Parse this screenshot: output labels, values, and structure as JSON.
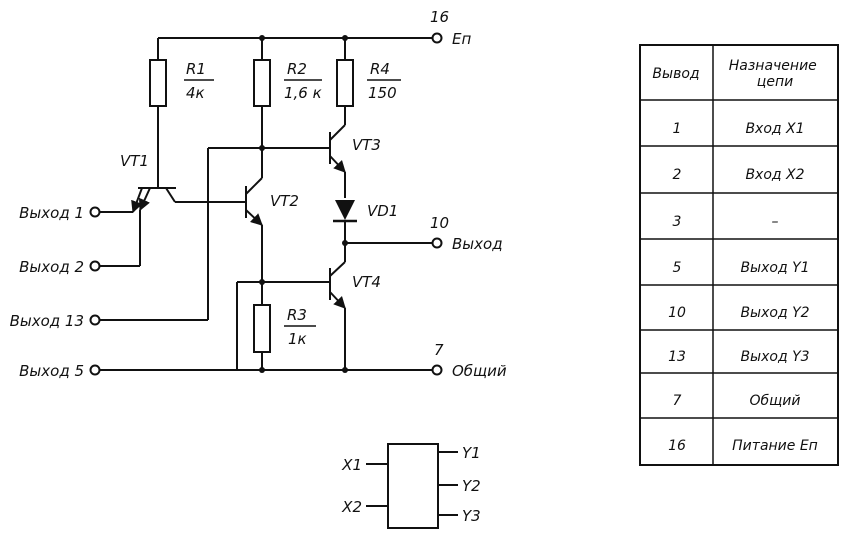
{
  "schematic": {
    "components": {
      "r1": {
        "name": "R1",
        "value": "4к"
      },
      "r2": {
        "name": "R2",
        "value": "1,6 к"
      },
      "r3": {
        "name": "R3",
        "value": "1к"
      },
      "r4": {
        "name": "R4",
        "value": "150"
      },
      "vt1": "VT1",
      "vt2": "VT2",
      "vt3": "VT3",
      "vt4": "VT4",
      "vd1": "VD1"
    },
    "pins": {
      "p16": {
        "number": "16",
        "label": "Eп"
      },
      "p10": {
        "number": "10",
        "label": "Выход"
      },
      "p7": {
        "number": "7",
        "label": "Общий"
      },
      "in1": "Выход 1",
      "in2": "Выход 2",
      "in13": "Выход 13",
      "in5": "Выход 5"
    }
  },
  "block_symbol": {
    "inputs": [
      "X1",
      "X2"
    ],
    "outputs": [
      "Y1",
      "Y2",
      "Y3"
    ]
  },
  "pin_table": {
    "headers": [
      "Вывод",
      "Назначение цепи"
    ],
    "rows": [
      [
        "1",
        "Вход X1"
      ],
      [
        "2",
        "Вход X2"
      ],
      [
        "3",
        "–"
      ],
      [
        "5",
        "Выход Y1"
      ],
      [
        "10",
        "Выход Y2"
      ],
      [
        "13",
        "Выход Y3"
      ],
      [
        "7",
        "Общий"
      ],
      [
        "16",
        "Питание Eп"
      ]
    ]
  }
}
